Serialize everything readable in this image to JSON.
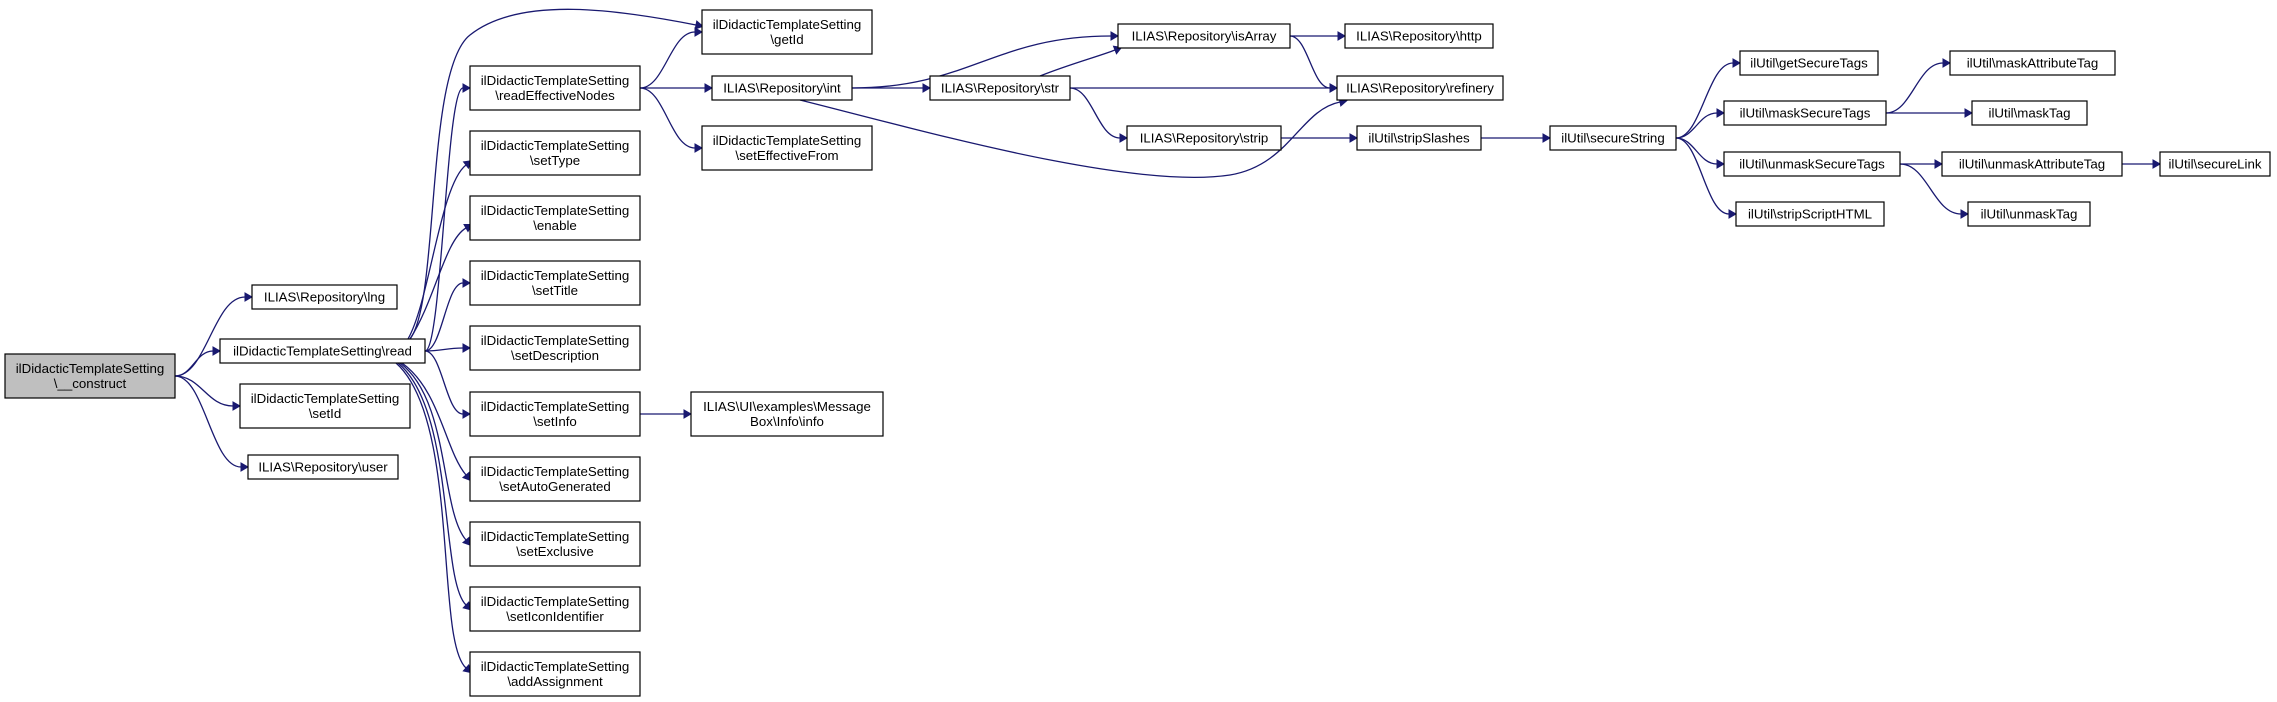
{
  "colors": {
    "edge": "#191970",
    "root_fill": "#bfbfbf",
    "node_fill": "#ffffff",
    "border": "#000000"
  },
  "nodes": {
    "construct": {
      "lines": [
        "ilDidacticTemplateSetting",
        "\\__construct"
      ],
      "root": true
    },
    "lng": {
      "lines": [
        "ILIAS\\Repository\\lng"
      ]
    },
    "read": {
      "lines": [
        "ilDidacticTemplateSetting\\read"
      ]
    },
    "setId": {
      "lines": [
        "ilDidacticTemplateSetting",
        "\\setId"
      ]
    },
    "user": {
      "lines": [
        "ILIAS\\Repository\\user"
      ]
    },
    "getId": {
      "lines": [
        "ilDidacticTemplateSetting",
        "\\getId"
      ]
    },
    "readEffectiveNodes": {
      "lines": [
        "ilDidacticTemplateSetting",
        "\\readEffectiveNodes"
      ]
    },
    "setType": {
      "lines": [
        "ilDidacticTemplateSetting",
        "\\setType"
      ]
    },
    "enable": {
      "lines": [
        "ilDidacticTemplateSetting",
        "\\enable"
      ]
    },
    "setTitle": {
      "lines": [
        "ilDidacticTemplateSetting",
        "\\setTitle"
      ]
    },
    "setDescription": {
      "lines": [
        "ilDidacticTemplateSetting",
        "\\setDescription"
      ]
    },
    "setInfo": {
      "lines": [
        "ilDidacticTemplateSetting",
        "\\setInfo"
      ]
    },
    "setAutoGenerated": {
      "lines": [
        "ilDidacticTemplateSetting",
        "\\setAutoGenerated"
      ]
    },
    "setExclusive": {
      "lines": [
        "ilDidacticTemplateSetting",
        "\\setExclusive"
      ]
    },
    "setIconIdentifier": {
      "lines": [
        "ilDidacticTemplateSetting",
        "\\setIconIdentifier"
      ]
    },
    "addAssignment": {
      "lines": [
        "ilDidacticTemplateSetting",
        "\\addAssignment"
      ]
    },
    "repoInt": {
      "lines": [
        "ILIAS\\Repository\\int"
      ]
    },
    "setEffectiveFrom": {
      "lines": [
        "ilDidacticTemplateSetting",
        "\\setEffectiveFrom"
      ]
    },
    "msgInfo": {
      "lines": [
        "ILIAS\\UI\\examples\\Message",
        "Box\\Info\\info"
      ]
    },
    "repoStr": {
      "lines": [
        "ILIAS\\Repository\\str"
      ]
    },
    "isArray": {
      "lines": [
        "ILIAS\\Repository\\isArray"
      ]
    },
    "http": {
      "lines": [
        "ILIAS\\Repository\\http"
      ]
    },
    "refinery": {
      "lines": [
        "ILIAS\\Repository\\refinery"
      ]
    },
    "strip": {
      "lines": [
        "ILIAS\\Repository\\strip"
      ]
    },
    "stripSlashes": {
      "lines": [
        "ilUtil\\stripSlashes"
      ]
    },
    "secureString": {
      "lines": [
        "ilUtil\\secureString"
      ]
    },
    "getSecureTags": {
      "lines": [
        "ilUtil\\getSecureTags"
      ]
    },
    "maskSecureTags": {
      "lines": [
        "ilUtil\\maskSecureTags"
      ]
    },
    "unmaskSecureTags": {
      "lines": [
        "ilUtil\\unmaskSecureTags"
      ]
    },
    "stripScriptHTML": {
      "lines": [
        "ilUtil\\stripScriptHTML"
      ]
    },
    "maskAttributeTag": {
      "lines": [
        "ilUtil\\maskAttributeTag"
      ]
    },
    "maskTag": {
      "lines": [
        "ilUtil\\maskTag"
      ]
    },
    "unmaskAttributeTag": {
      "lines": [
        "ilUtil\\unmaskAttributeTag"
      ]
    },
    "unmaskTag": {
      "lines": [
        "ilUtil\\unmaskTag"
      ]
    },
    "secureLink": {
      "lines": [
        "ilUtil\\secureLink"
      ]
    }
  },
  "edges": [
    [
      "construct",
      "lng"
    ],
    [
      "construct",
      "read"
    ],
    [
      "construct",
      "setId"
    ],
    [
      "construct",
      "user"
    ],
    [
      "read",
      "getId"
    ],
    [
      "read",
      "readEffectiveNodes"
    ],
    [
      "read",
      "setType"
    ],
    [
      "read",
      "enable"
    ],
    [
      "read",
      "setTitle"
    ],
    [
      "read",
      "setDescription"
    ],
    [
      "read",
      "setInfo"
    ],
    [
      "read",
      "setAutoGenerated"
    ],
    [
      "read",
      "setExclusive"
    ],
    [
      "read",
      "setIconIdentifier"
    ],
    [
      "read",
      "addAssignment"
    ],
    [
      "readEffectiveNodes",
      "getId"
    ],
    [
      "readEffectiveNodes",
      "repoInt"
    ],
    [
      "readEffectiveNodes",
      "setEffectiveFrom"
    ],
    [
      "setInfo",
      "msgInfo"
    ],
    [
      "repoInt",
      "isArray"
    ],
    [
      "repoInt",
      "repoStr"
    ],
    [
      "repoInt",
      "refinery"
    ],
    [
      "repoStr",
      "isArray"
    ],
    [
      "repoStr",
      "refinery"
    ],
    [
      "repoStr",
      "strip"
    ],
    [
      "isArray",
      "http"
    ],
    [
      "isArray",
      "refinery"
    ],
    [
      "strip",
      "stripSlashes"
    ],
    [
      "stripSlashes",
      "secureString"
    ],
    [
      "secureString",
      "getSecureTags"
    ],
    [
      "secureString",
      "maskSecureTags"
    ],
    [
      "secureString",
      "unmaskSecureTags"
    ],
    [
      "secureString",
      "stripScriptHTML"
    ],
    [
      "maskSecureTags",
      "maskAttributeTag"
    ],
    [
      "maskSecureTags",
      "maskTag"
    ],
    [
      "unmaskSecureTags",
      "unmaskAttributeTag"
    ],
    [
      "unmaskSecureTags",
      "unmaskTag"
    ],
    [
      "unmaskAttributeTag",
      "secureLink"
    ]
  ]
}
